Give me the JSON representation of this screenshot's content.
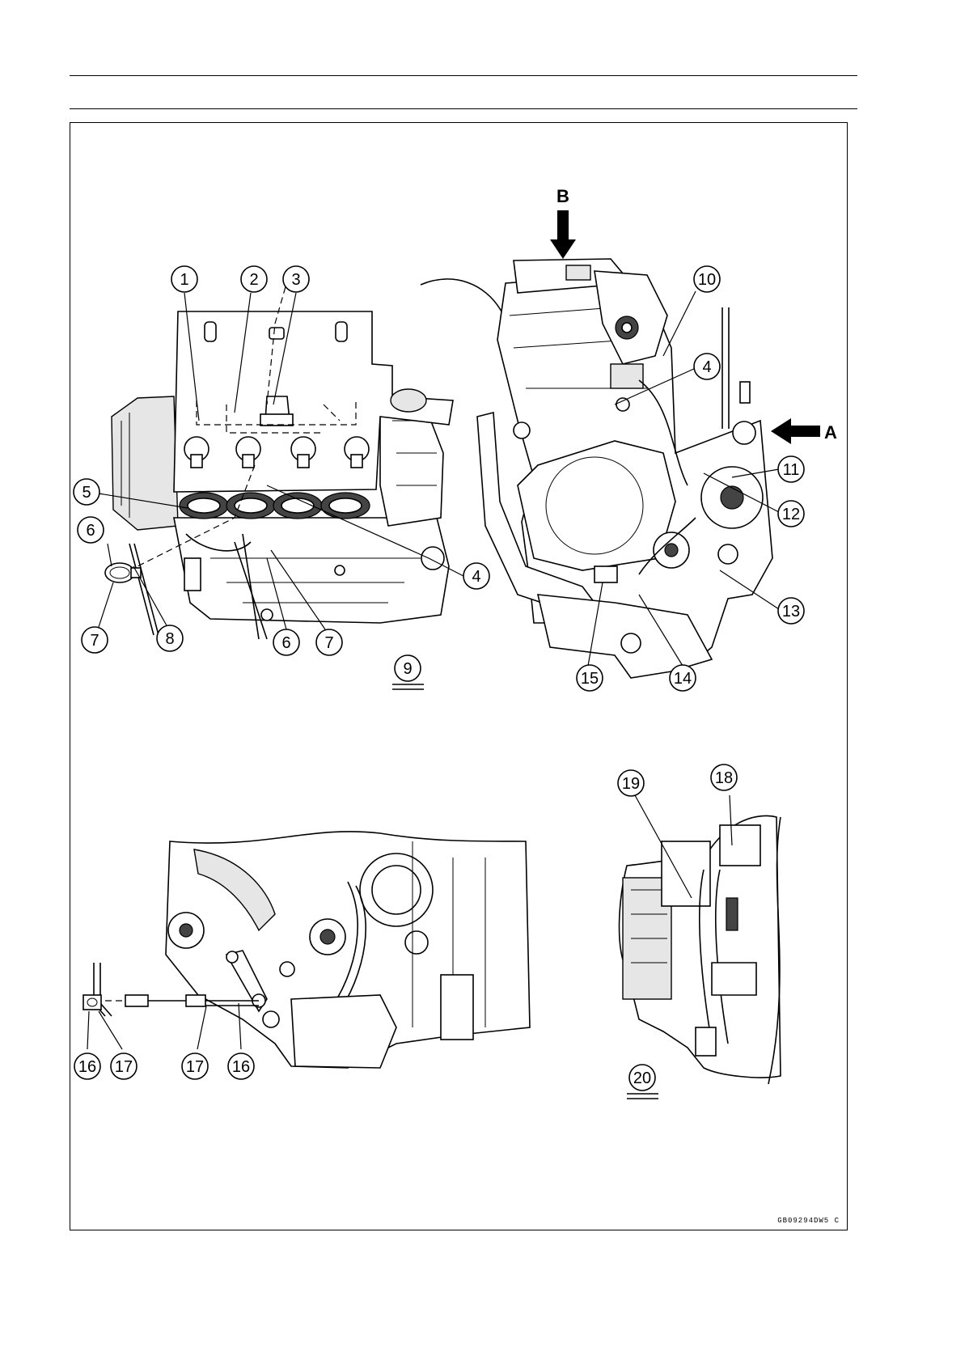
{
  "figure_code": "GB09294DW5 C",
  "view_labels": {
    "top": "B",
    "side": "A"
  },
  "view_refs": {
    "upper": "9",
    "lower": "20"
  },
  "callouts": [
    "1",
    "2",
    "3",
    "4",
    "5",
    "6",
    "7",
    "8",
    "10",
    "11",
    "12",
    "13",
    "14",
    "15",
    "16",
    "17",
    "18",
    "19"
  ],
  "callout_repeats": {
    "c4b": "4",
    "c6b": "6",
    "c7b": "7",
    "c16b": "16",
    "c17b": "17"
  }
}
